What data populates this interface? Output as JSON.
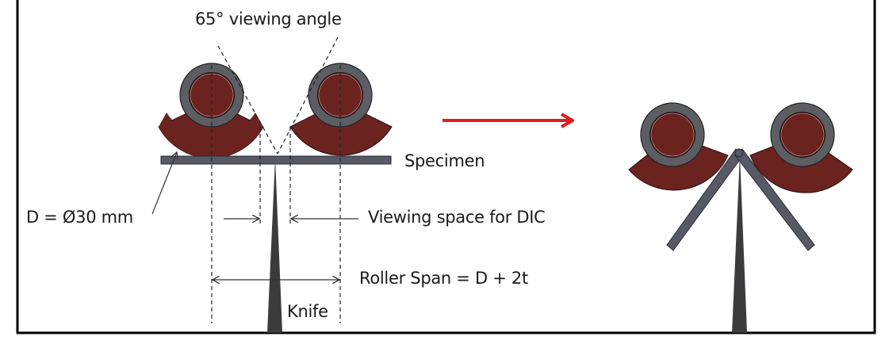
{
  "labels": {
    "viewing_angle": "65° viewing angle",
    "specimen": "Specimen",
    "diameter": "D = Ø30 mm",
    "viewing_space": "Viewing space for DIC",
    "roller_span": "Roller Span = D + 2t",
    "knife": "Knife"
  },
  "colors": {
    "roller_body": "#6b2320",
    "roller_ring": "#5c5e63",
    "specimen": "#575a66",
    "knife": "#3b3b3e",
    "arrow_red": "#e31a1c",
    "border": "#000000",
    "line": "#333333"
  },
  "panels": [
    {
      "name": "before-bending",
      "state": "flat specimen"
    },
    {
      "name": "after-bending",
      "state": "bent specimen"
    }
  ]
}
